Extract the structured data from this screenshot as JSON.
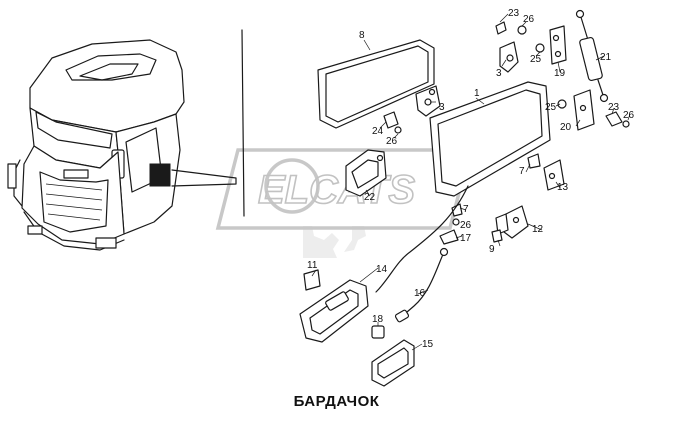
{
  "caption": "БАРДАЧОК",
  "watermark_text": "ELCATS",
  "colors": {
    "line": "#1a1a1a",
    "watermark": "#c8c8c8",
    "background": "#ffffff"
  },
  "callouts": [
    "1",
    "3",
    "3",
    "7",
    "7",
    "8",
    "9",
    "11",
    "12",
    "13",
    "14",
    "15",
    "16",
    "17",
    "18",
    "19",
    "20",
    "21",
    "22",
    "23",
    "23",
    "24",
    "25",
    "25",
    "26",
    "26",
    "26",
    "26"
  ]
}
